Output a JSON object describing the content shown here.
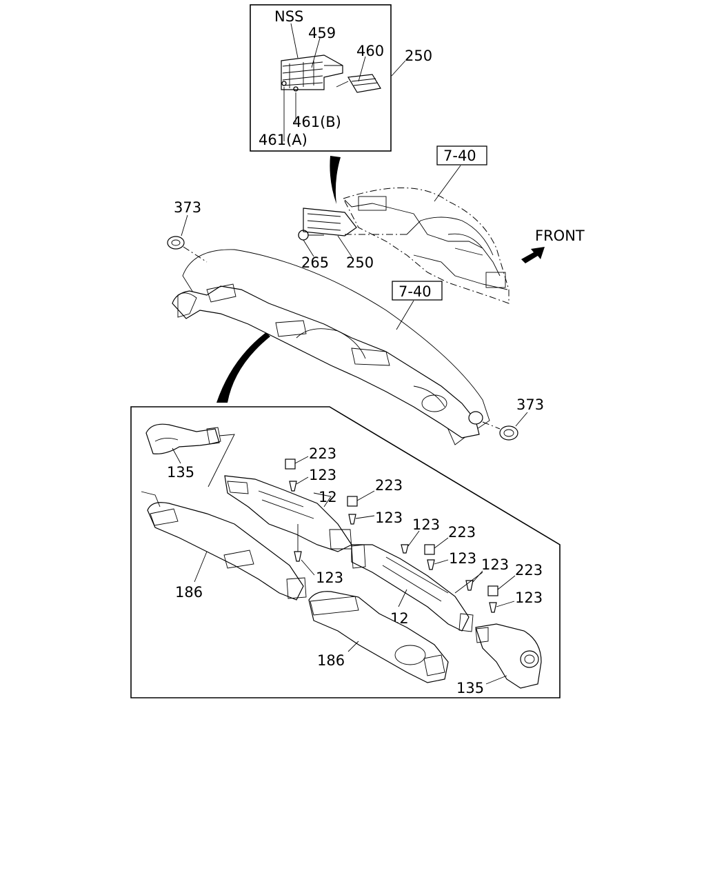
{
  "labels": {
    "nss": "NSS",
    "p459": "459",
    "p460": "460",
    "p250_inset": "250",
    "p461b": "461(B)",
    "p461a": "461(A)",
    "ref_740_upper": "7-40",
    "ref_740_lower": "7-40",
    "front": "FRONT",
    "p373_left": "373",
    "p373_right": "373",
    "p265": "265",
    "p250_main": "250",
    "p135_left": "135",
    "p135_right": "135",
    "p223_a": "223",
    "p223_b": "223",
    "p223_c": "223",
    "p223_d": "223",
    "p123_a": "123",
    "p123_b": "123",
    "p123_c": "123",
    "p123_d": "123",
    "p123_e": "123",
    "p123_f": "123",
    "p123_g": "123",
    "p12_upper": "12",
    "p12_lower": "12",
    "p186_left": "186",
    "p186_right": "186"
  }
}
